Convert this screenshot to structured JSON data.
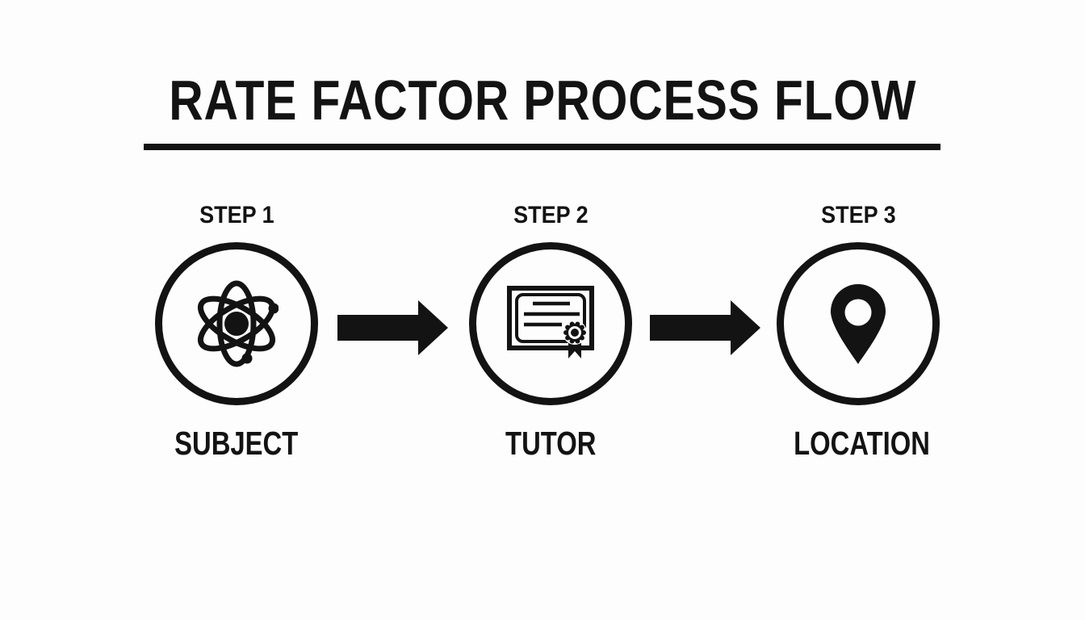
{
  "title": "RATE FACTOR PROCESS FLOW",
  "steps": [
    {
      "step_label": "STEP 1",
      "name": "SUBJECT",
      "icon": "atom-icon"
    },
    {
      "step_label": "STEP 2",
      "name": "TUTOR",
      "icon": "certificate-icon"
    },
    {
      "step_label": "STEP 3",
      "name": "LOCATION",
      "icon": "location-pin-icon"
    }
  ],
  "connectors": [
    {
      "type": "arrow-right"
    },
    {
      "type": "arrow-right"
    }
  ],
  "colors": {
    "foreground": "#131313",
    "background": "#fdfdfd"
  }
}
